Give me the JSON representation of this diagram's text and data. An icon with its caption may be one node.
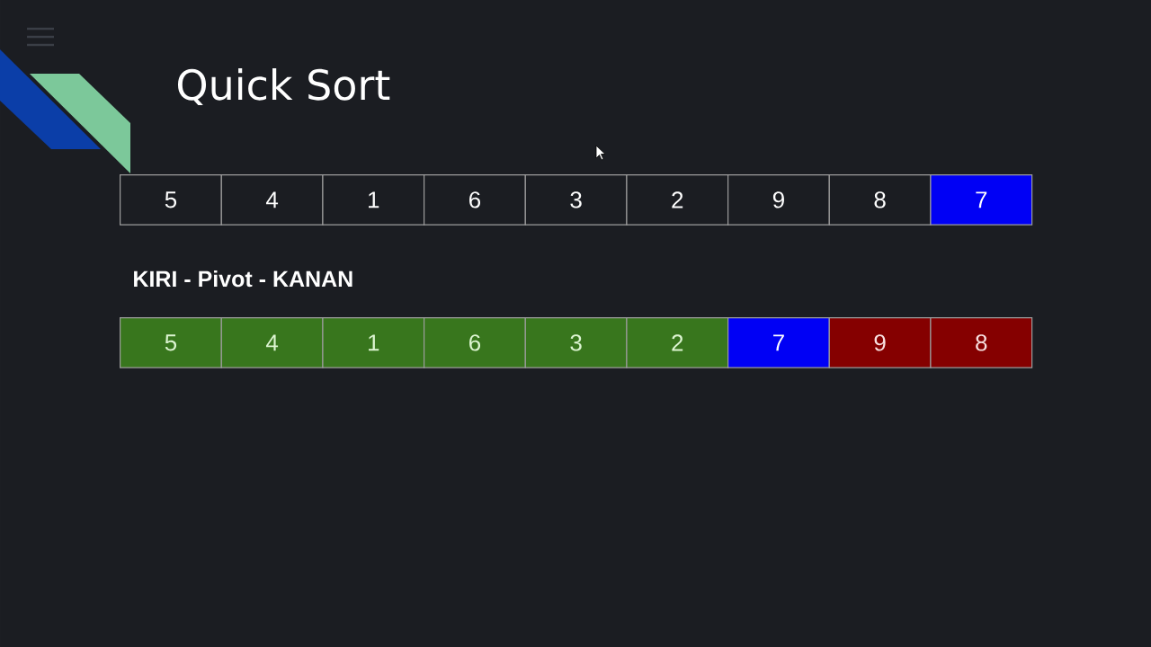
{
  "diagram": {
    "title": "Quick Sort",
    "nodes": [
      {
        "text": [
          "5"
        ]
      },
      {
        "text": [
          "4"
        ]
      },
      {
        "text": [
          "1"
        ]
      },
      {
        "text": [
          "6"
        ]
      },
      {
        "text": [
          "3"
        ]
      },
      {
        "text": [
          "2"
        ]
      },
      {
        "text": [
          "9"
        ]
      },
      {
        "text": [
          "8"
        ]
      },
      {
        "text": [
          "7"
        ]
      },
      {
        "text": [
          "5"
        ]
      },
      {
        "text": [
          "4"
        ]
      },
      {
        "text": [
          "1"
        ]
      },
      {
        "text": [
          "6"
        ]
      },
      {
        "text": [
          "3"
        ]
      },
      {
        "text": [
          "2"
        ]
      },
      {
        "text": [
          "7"
        ]
      },
      {
        "text": [
          "9"
        ]
      },
      {
        "text": [
          "8"
        ]
      }
    ],
    "labels": [
      "KIRI - Pivot - KANAN"
    ]
  }
}
